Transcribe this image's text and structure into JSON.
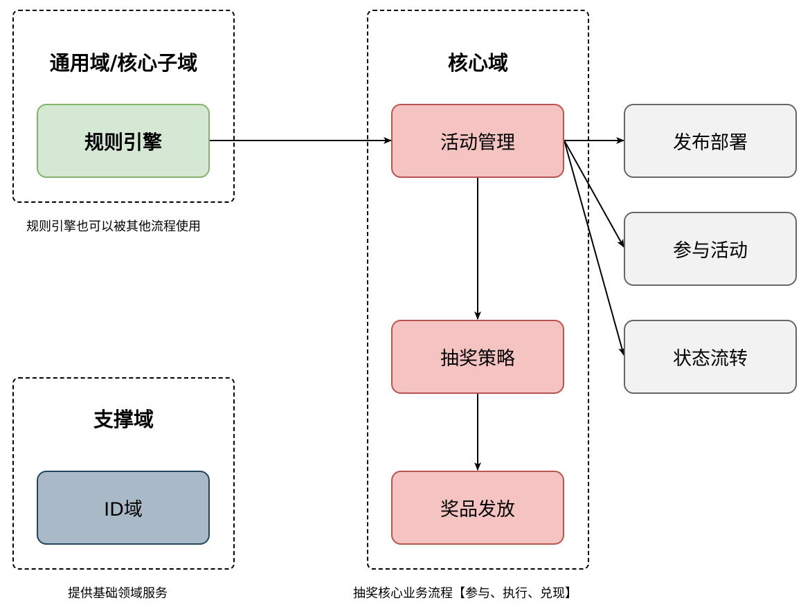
{
  "groups": {
    "general": {
      "title": "通用域/核心子域",
      "caption": "规则引擎也可以被其他流程使用"
    },
    "support": {
      "title": "支撑域",
      "caption": "提供基础领域服务"
    },
    "core": {
      "title": "核心域",
      "caption": "抽奖核心业务流程【参与、执行、兑现】"
    }
  },
  "nodes": {
    "rule_engine": "规则引擎",
    "id_domain": "ID域",
    "activity_mgmt": "活动管理",
    "lottery_strategy": "抽奖策略",
    "prize_issue": "奖品发放",
    "publish_deploy": "发布部署",
    "join_activity": "参与活动",
    "state_flow": "状态流转"
  },
  "colors": {
    "green_fill": "#d5e8d4",
    "green_stroke": "#82b366",
    "blue_fill": "#a9b9c7",
    "blue_stroke": "#23445d",
    "red_fill": "#f4c3c2",
    "red_stroke": "#b85450",
    "gray_fill": "#f2f2f2",
    "gray_stroke": "#666666"
  }
}
